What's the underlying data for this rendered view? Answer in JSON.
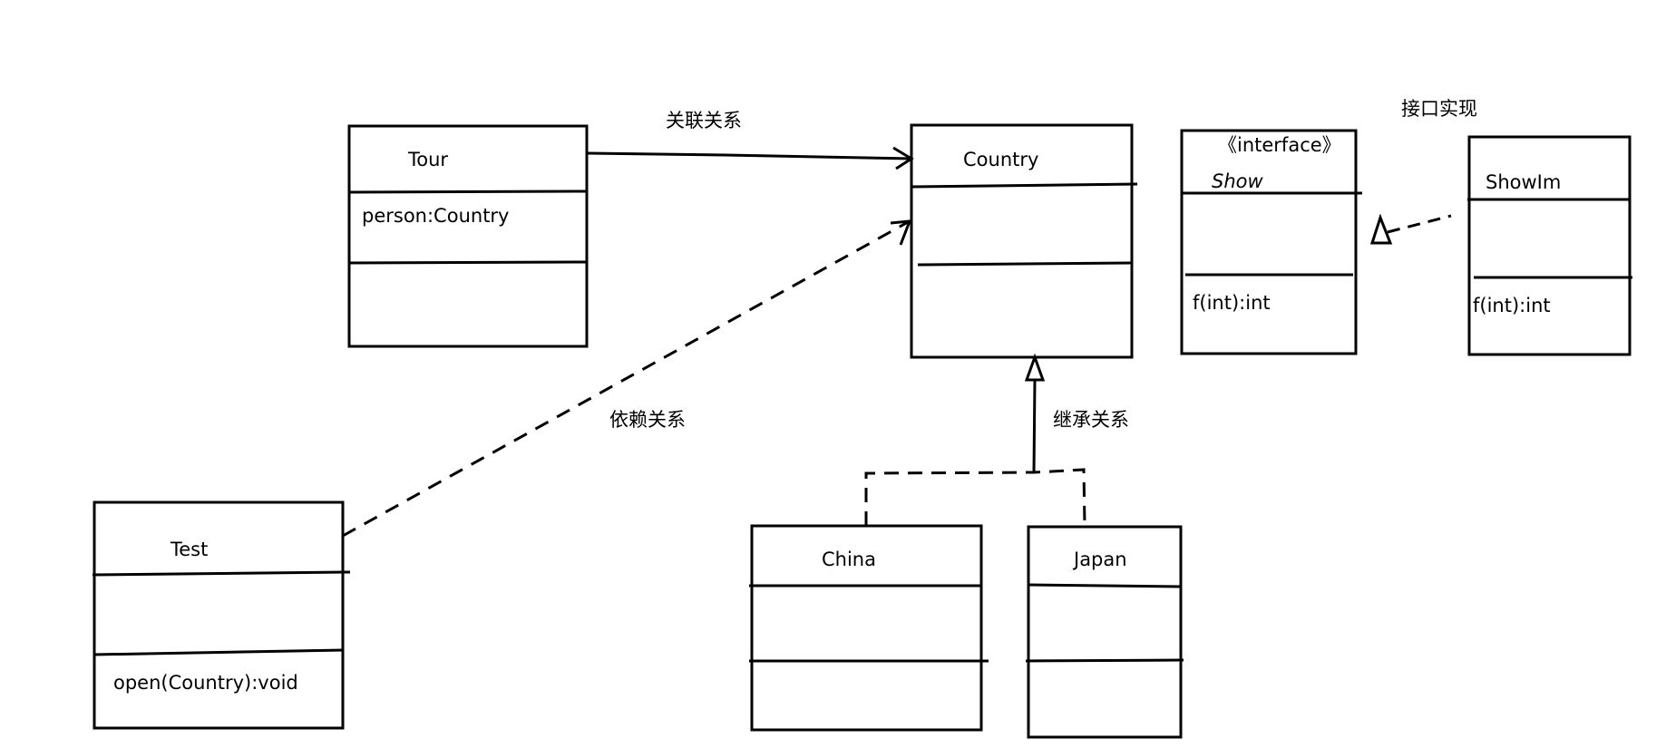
{
  "diagram": {
    "type": "UML class diagram",
    "classes": {
      "tour": {
        "name": "Tour",
        "attributes": [
          "person:Country"
        ],
        "methods": []
      },
      "country": {
        "name": "Country",
        "attributes": [],
        "methods": []
      },
      "show": {
        "stereotype": "《interface》",
        "name": "Show",
        "attributes": [],
        "methods": [
          "f(int):int"
        ]
      },
      "showim": {
        "name": "ShowIm",
        "attributes": [],
        "methods": [
          "f(int):int"
        ]
      },
      "test": {
        "name": "Test",
        "attributes": [],
        "methods": [
          "open(Country):void"
        ]
      },
      "china": {
        "name": "China",
        "attributes": [],
        "methods": []
      },
      "japan": {
        "name": "Japan",
        "attributes": [],
        "methods": []
      }
    },
    "relations": {
      "association": {
        "label": "关联关系",
        "from": "Tour",
        "to": "Country",
        "style": "solid-open-arrow"
      },
      "dependency": {
        "label": "依赖关系",
        "from": "Test",
        "to": "Country",
        "style": "dashed-open-arrow"
      },
      "inheritance": {
        "label": "继承关系",
        "from": [
          "China",
          "Japan"
        ],
        "to": "Country",
        "style": "hollow-triangle"
      },
      "realization": {
        "label": "接口实现",
        "from": "ShowIm",
        "to": "Show",
        "style": "dashed-hollow-triangle"
      }
    },
    "colors": {
      "line": "#000000",
      "background": "#ffffff"
    }
  }
}
